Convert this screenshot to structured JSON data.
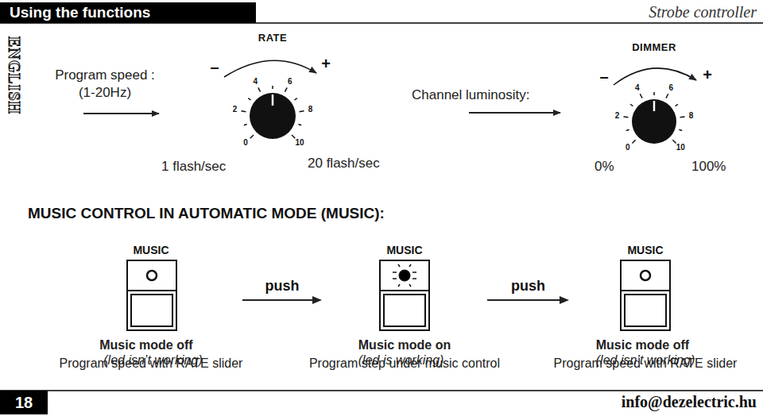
{
  "diagram": {
    "title": "Using the functions",
    "nodes": [
      {
        "text": [
          "MUSIC",
          "Music mode off",
          "(led isn’t working)",
          "Program speed with RATE slider"
        ]
      },
      {
        "text": [
          "MUSIC",
          "Music mode on",
          "(led is working)",
          "Program step under music control"
        ]
      },
      {
        "text": [
          "MUSIC",
          "Music mode off",
          "(led isn’t working)",
          "Program speed with RATE slider"
        ]
      }
    ],
    "edges": [
      {
        "from": 0,
        "to": 1,
        "arrow": "to",
        "label": "push"
      },
      {
        "from": 1,
        "to": 2,
        "arrow": "to",
        "label": "push"
      }
    ],
    "labels": [
      "ENGLISH",
      "Program speed :",
      "(1-20Hz)",
      "RATE",
      "–",
      "+",
      "0",
      "2",
      "4",
      "6",
      "8",
      "10",
      "1 flash/sec",
      "20 flash/sec",
      "Channel luminosity:",
      "DIMMER",
      "–",
      "+",
      "0",
      "2",
      "4",
      "6",
      "8",
      "10",
      "0%",
      "100%",
      "MUSIC CONTROL IN AUTOMATIC MODE (MUSIC):",
      "Strobe controller",
      "18",
      "info@dezelectric.hu"
    ]
  }
}
